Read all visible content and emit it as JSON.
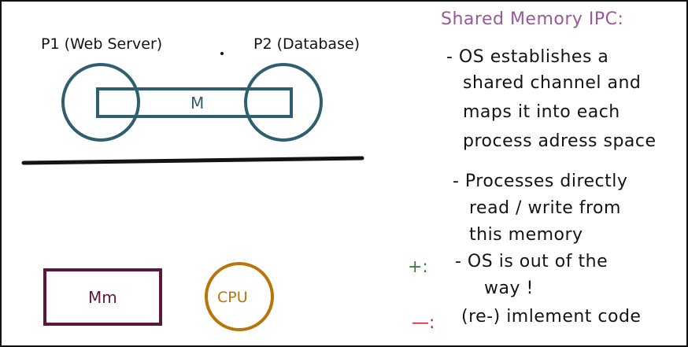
{
  "diagram": {
    "p1_label": "P1 (Web Server)",
    "p2_label": "P2 (Database)",
    "shared_label": "M",
    "memory_label": "Mm",
    "cpu_label": "CPU"
  },
  "notes": {
    "title": "Shared Memory IPC:",
    "point1": [
      "- OS establishes a",
      "shared channel and",
      "maps it into each",
      "process adress space"
    ],
    "point2": [
      "- Processes directly",
      "read / write from",
      "this memory"
    ],
    "plus_mark": "+:",
    "plus_text": "- OS is out of the",
    "plus_text_cont": "way !",
    "minus_mark": "—:",
    "minus_text": "(re-) imlement code"
  },
  "colors": {
    "teal": "#2f5f6e",
    "purple": "#96599a",
    "maroon": "#5e1640",
    "orange": "#b8760a",
    "green": "#3f7a3f",
    "red": "#b8263a",
    "ink": "#141414"
  }
}
